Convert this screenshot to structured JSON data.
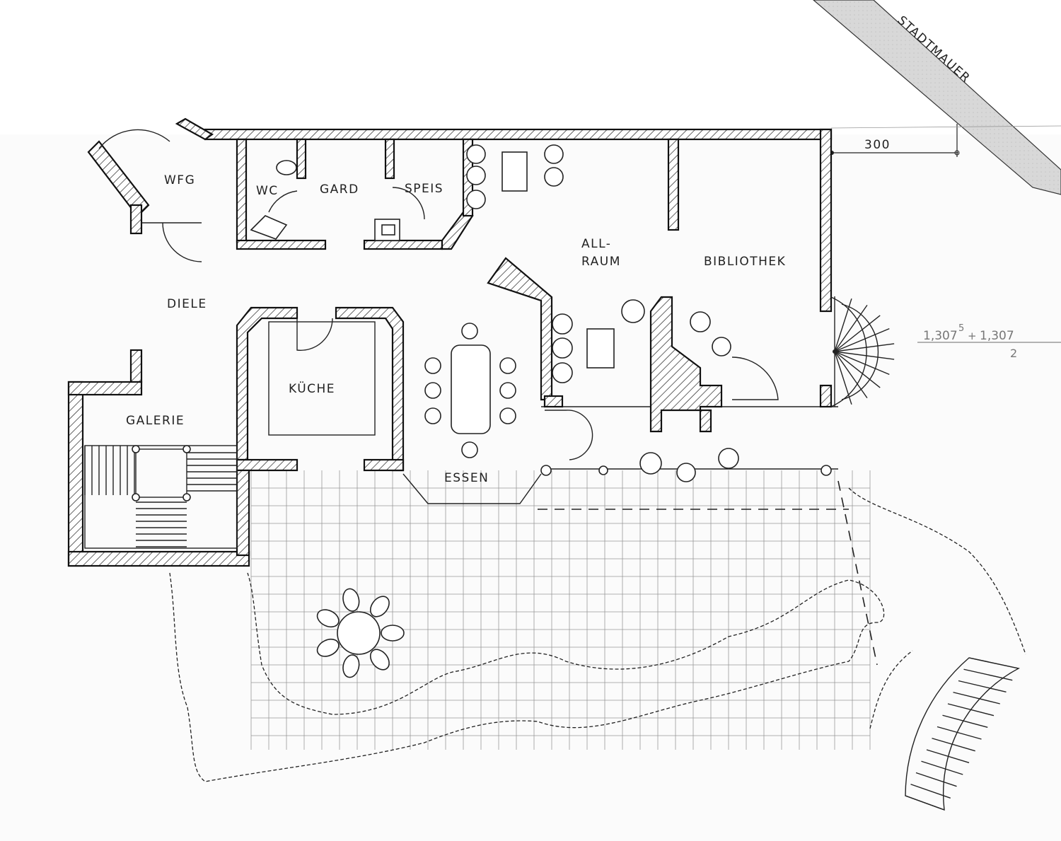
{
  "drawing": {
    "boundary_label": "STADTMAUER",
    "dimension": "300",
    "formula": {
      "numerator_a": "1,307",
      "superscript": "5",
      "operator": "+",
      "numerator_b": "1,307",
      "denominator": "2"
    },
    "rooms": {
      "wfg": "WFG",
      "wc": "WC",
      "gard": "GARD",
      "speis": "SPEIS",
      "allraum_1": "ALL-",
      "allraum_2": "RAUM",
      "bibliothek": "BIBLIOTHEK",
      "diele": "DIELE",
      "kueche": "KÜCHE",
      "galerie": "GALERIE",
      "essen": "ESSEN"
    }
  },
  "colors": {
    "ink": "#222222",
    "stadtmauer": "#d9d9d9",
    "paper": "#ffffff"
  }
}
